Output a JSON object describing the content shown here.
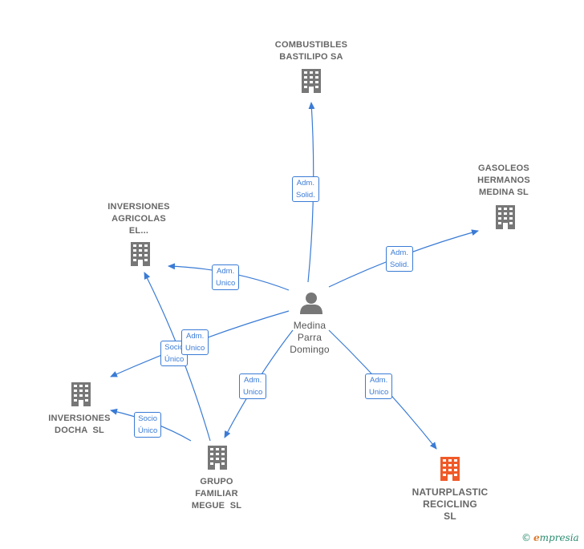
{
  "nodes": {
    "combustibles": {
      "lines": [
        "COMBUSTIBLES",
        "BASTILIPO SA"
      ]
    },
    "gasoleos": {
      "lines": [
        "GASOLEOS",
        "HERMANOS",
        "MEDINA SL"
      ]
    },
    "inv_agricolas": {
      "lines": [
        "INVERSIONES",
        "AGRICOLAS",
        "EL..."
      ]
    },
    "inv_docha": {
      "lines": [
        "INVERSIONES",
        "DOCHA  SL"
      ]
    },
    "grupo": {
      "lines": [
        "GRUPO",
        "FAMILIAR",
        "MEGUE  SL"
      ]
    },
    "naturplastic": {
      "lines": [
        "NATURPLASTIC",
        "RECICLING",
        "SL"
      ]
    },
    "person": {
      "lines": [
        "Medina",
        "Parra",
        "Domingo"
      ]
    }
  },
  "edges": {
    "to_combustibles": [
      "Adm.",
      "Solid."
    ],
    "to_gasoleos": [
      "Adm.",
      "Solid."
    ],
    "to_inv_agricolas": [
      "Adm.",
      "Unico"
    ],
    "to_inv_docha": [
      "Adm.",
      "Unico"
    ],
    "to_grupo": [
      "Adm.",
      "Unico"
    ],
    "to_naturplastic": [
      "Adm.",
      "Unico"
    ],
    "grupo_to_inv_agricolas": [
      "Socio",
      "Único"
    ],
    "grupo_to_inv_docha": [
      "Socio",
      "Único"
    ]
  },
  "colors": {
    "edge": "#3a7bd5",
    "building": "#777777",
    "target_building": "#f05a28"
  },
  "brand": {
    "copyright": "©",
    "e": "e",
    "name": "mpresia"
  }
}
